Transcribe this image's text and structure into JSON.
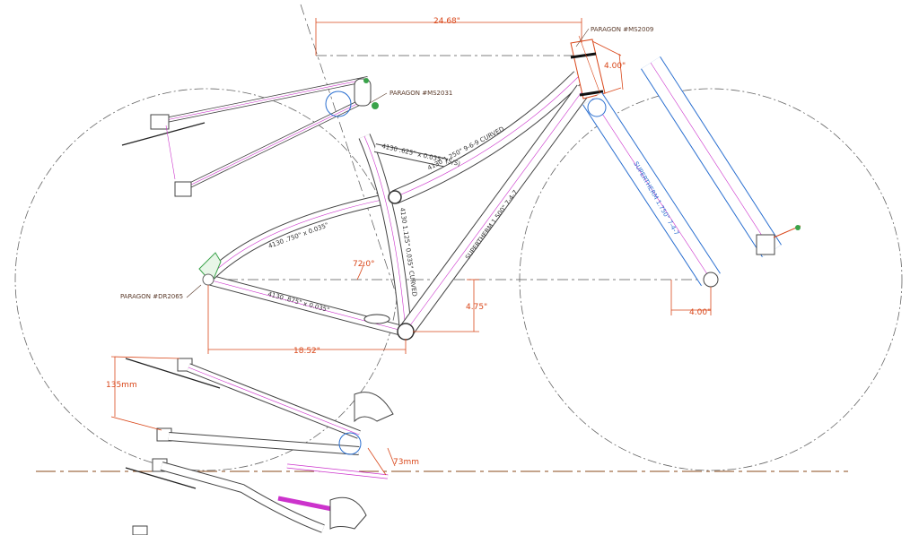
{
  "dimensions": {
    "top_tube_horizontal": "24.68\"",
    "head_tube_length": "4.00\"",
    "chainstay_horizontal": "18.52\"",
    "bb_drop": "4.75\"",
    "fork_offset": "4.00\"",
    "seat_angle": "72.0°",
    "rear_spacing": "135mm",
    "bb_shell_width": "73mm"
  },
  "callouts": {
    "head_tube_part": "PARAGON #MS2009",
    "seat_cluster_part": "PARAGON #MS2031",
    "dropout_part": "PARAGON #DR2065"
  },
  "tube_labels": {
    "top_tube": "4130 1.250\" 9-6-9 CURVED",
    "down_tube": "SUPERTHERM 1.500\" 7-4-7",
    "seat_tube": "4130 1.125\" 0.035\" CURVED",
    "seatstay": "4130 .750\" x 0.035\"",
    "chainstay": "4130 .875\" x 0.035\"",
    "top_brace": "4130 .625\" x 0.035\" (S/S)",
    "fork_blade": "SUPERTHERM 1.750\" 7-4-7"
  },
  "colors": {
    "frame": "#444444",
    "centerline": "#cc33cc",
    "dimension": "#d9471a",
    "fork": "#2a6fd0",
    "parts": "#3aa34a",
    "ground": "#8a4a1a"
  }
}
